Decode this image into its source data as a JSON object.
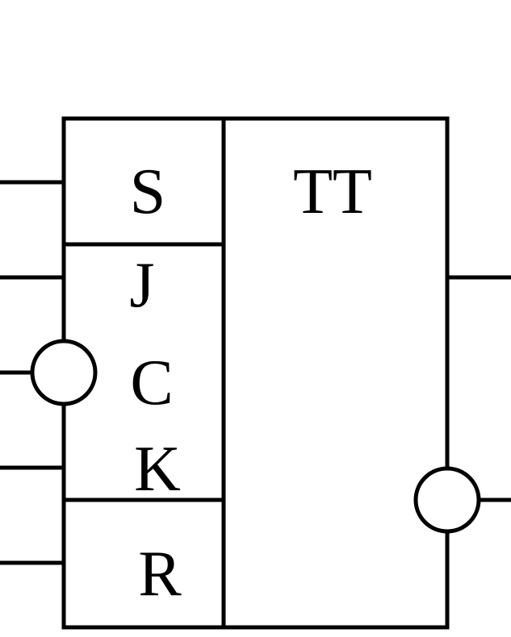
{
  "diagram": {
    "type_label": "TT",
    "inputs": {
      "set": "S",
      "j": "J",
      "clock": "C",
      "k": "K",
      "reset": "R"
    },
    "clock_inverted": true,
    "output_inverted": true
  }
}
